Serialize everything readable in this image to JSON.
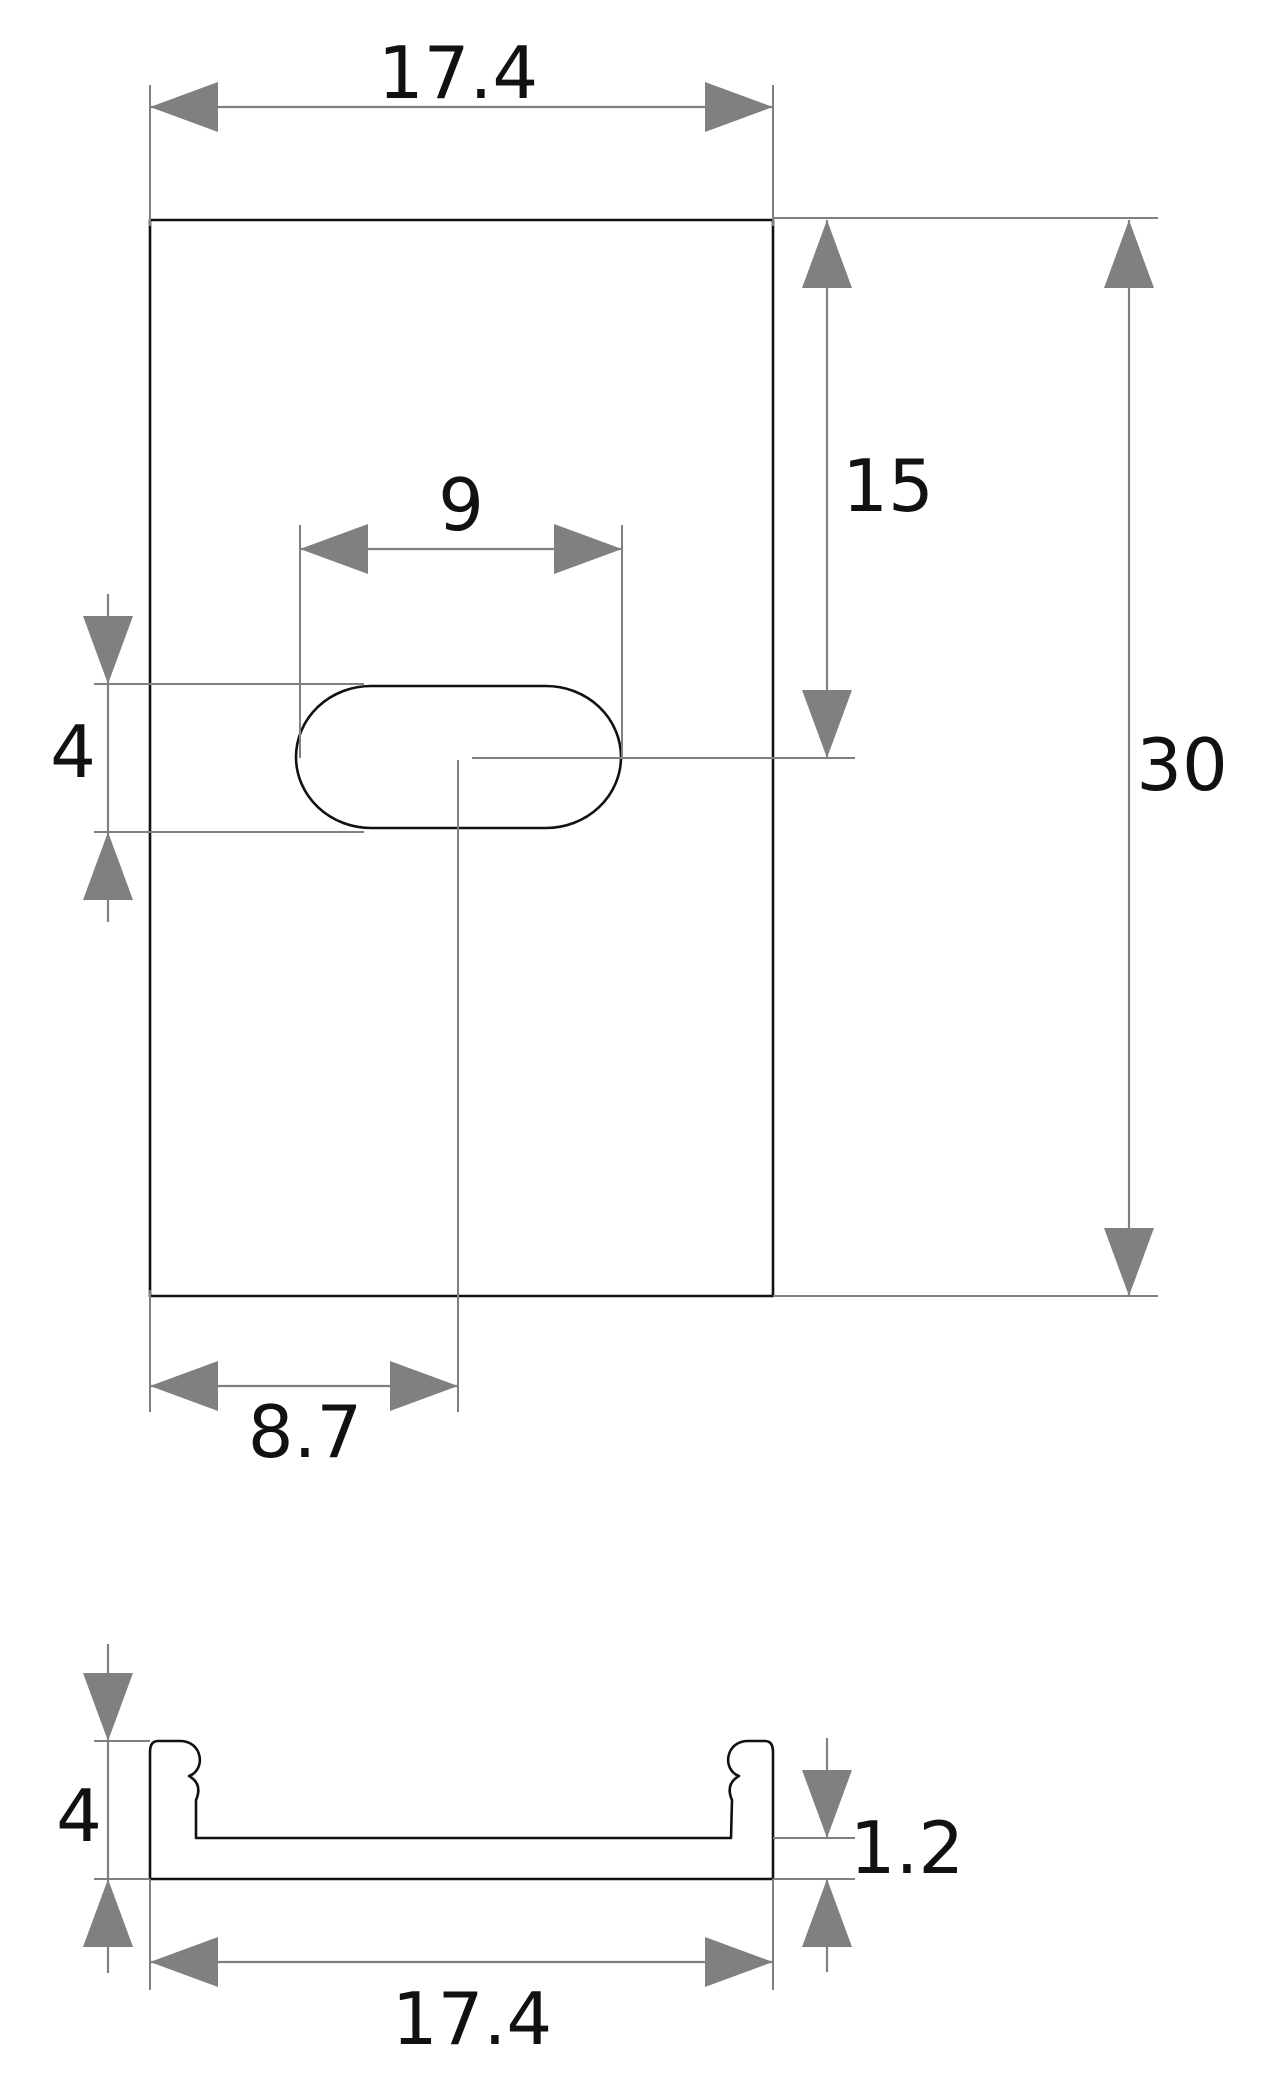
{
  "dimensions": {
    "top_width": "17.4",
    "slot_length": "9",
    "slot_height": "4",
    "slot_center_vertical": "15",
    "total_height": "30",
    "slot_center_horizontal": "8.7",
    "profile_height": "4",
    "profile_base_thickness": "1.2",
    "profile_width": "17.4"
  },
  "colors": {
    "outline": "#111111",
    "dimension": "#808080",
    "text": "#111111"
  }
}
